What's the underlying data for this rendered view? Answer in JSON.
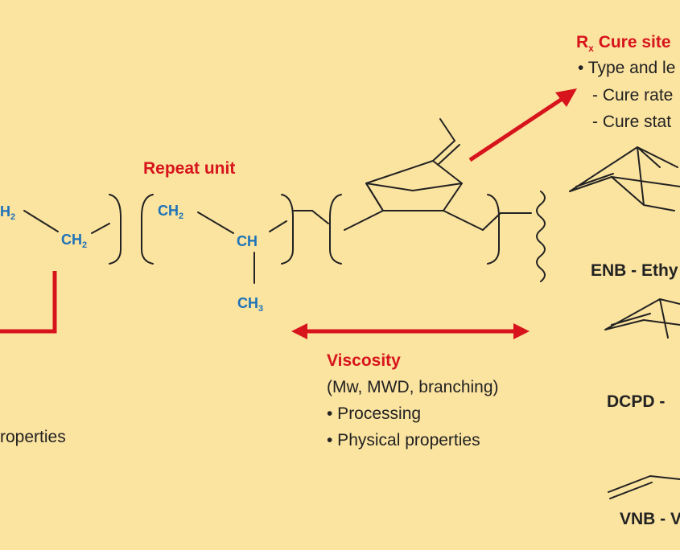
{
  "colors": {
    "background": "#fbe3a0",
    "accent_red": "#d7141c",
    "atom_blue": "#1d72b8",
    "ink": "#222222"
  },
  "repeat_unit": {
    "label": "Repeat unit"
  },
  "chain": {
    "left_ch2_partial": "H",
    "left_ch2_partial_sub": "2",
    "ch2_a": "CH",
    "ch2_a_sub": "2",
    "ch2_b": "CH",
    "ch2_b_sub": "2",
    "ch": "CH",
    "ch3": "CH",
    "ch3_sub": "3"
  },
  "cure_site": {
    "r": "R",
    "r_sub": "x",
    "title": " Cure site",
    "bullet": "• Type and le",
    "items": [
      "- Cure rate",
      "- Cure stat"
    ]
  },
  "viscosity": {
    "title": "Viscosity",
    "subtitle": "(Mw, MWD, branching)",
    "bullets": [
      "• Processing",
      "• Physical properties"
    ]
  },
  "left_partial": {
    "text": "roperties"
  },
  "monomers": [
    {
      "label": "ENB - Ethy"
    },
    {
      "label": "DCPD - "
    },
    {
      "label": "VNB - V"
    }
  ]
}
